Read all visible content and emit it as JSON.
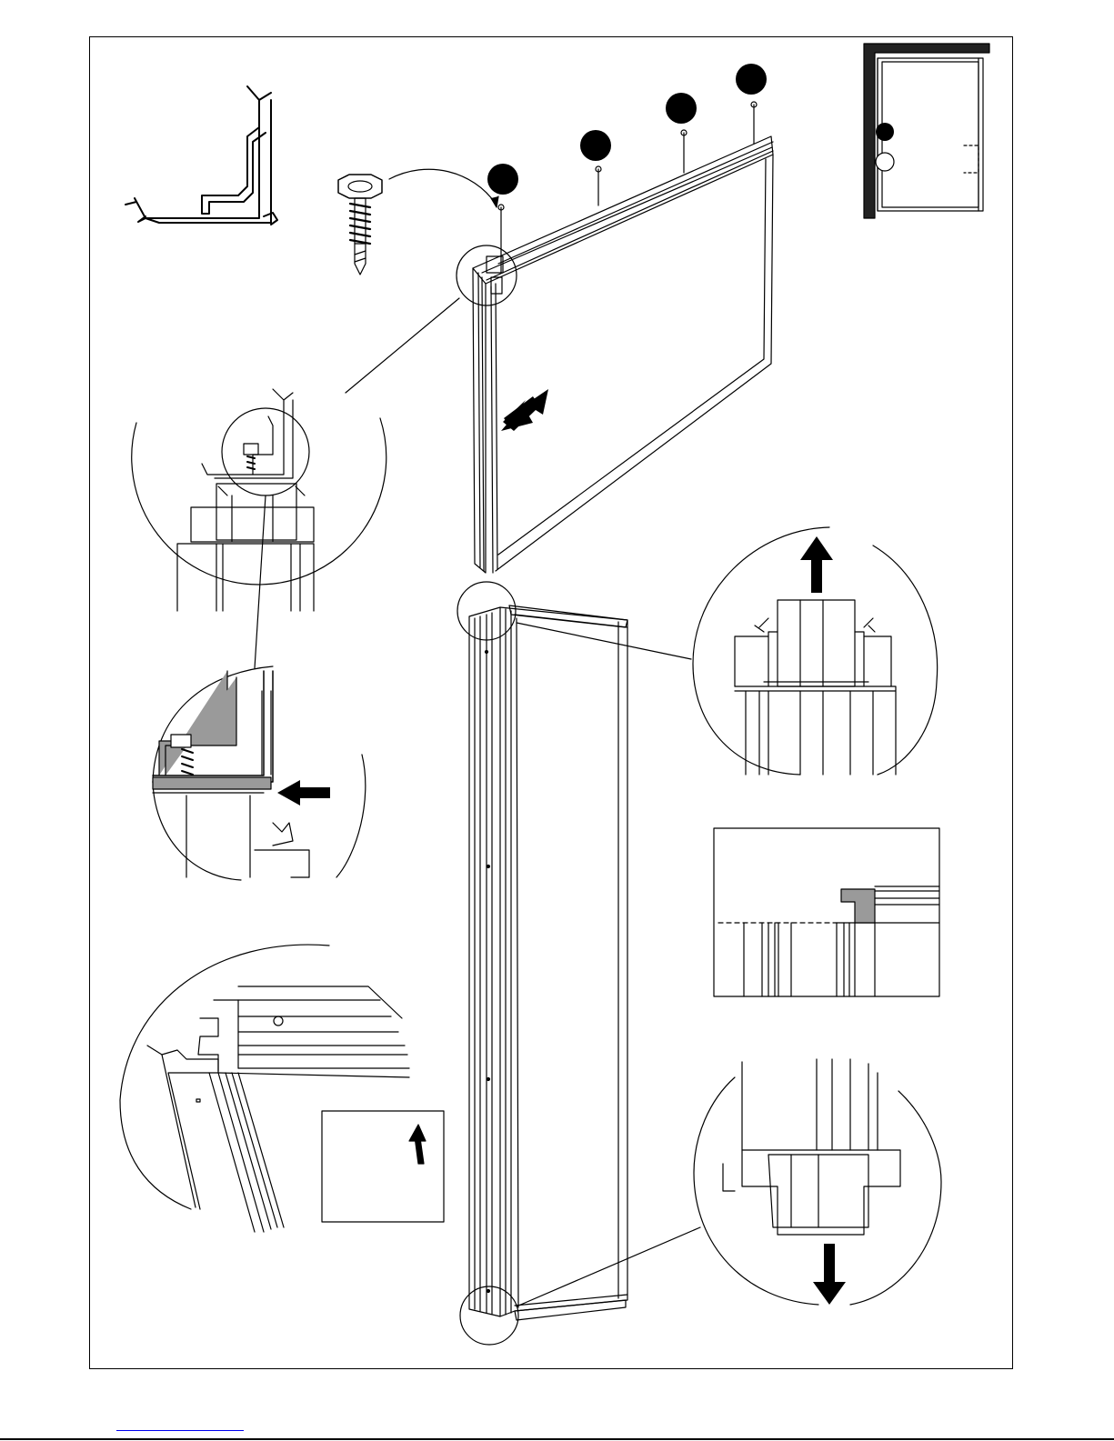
{
  "sheet": {
    "type": "assembly-instruction-page",
    "has_text": false
  },
  "icons": {
    "screw": "self-drilling-hex-screw-icon",
    "arrow": "direction-arrow-icon",
    "marker": "callout-dot-icon"
  },
  "colors": {
    "line": "#000000",
    "profile_fill": "#9a9a9a",
    "background": "#ffffff",
    "footer_link": "#0000ee"
  },
  "callouts": {
    "screw_positions": 4,
    "mini_plan_markers": 2
  }
}
